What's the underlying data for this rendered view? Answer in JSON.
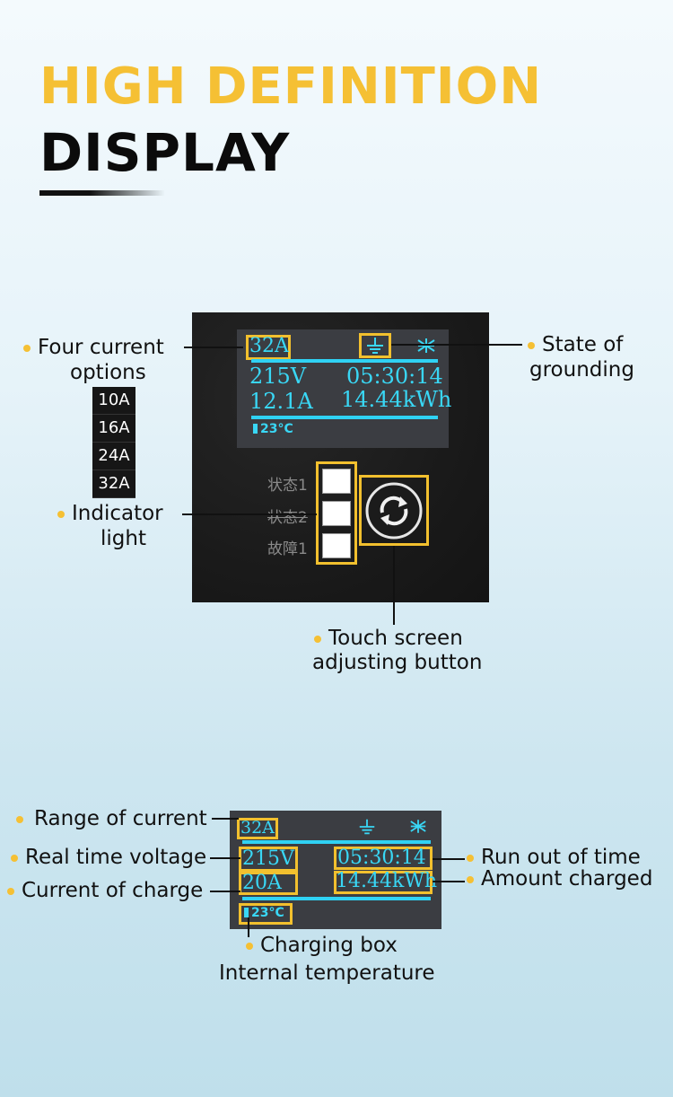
{
  "header": {
    "title_line1": "HIGH DEFINITION",
    "title_line2": "DISPLAY"
  },
  "panel": {
    "screen": {
      "current": "32A",
      "voltage": "215V",
      "time": "05:30:14",
      "amps": "12.1A",
      "energy": "14.44kWh",
      "temp": "23°C"
    },
    "indicators": [
      "状态1",
      "状态2",
      "故障1"
    ]
  },
  "annotations": {
    "four_current": "Four current",
    "options": "options",
    "current_options": [
      "10A",
      "16A",
      "24A",
      "32A"
    ],
    "indicator": "Indicator",
    "light": "light",
    "state_of": "State of",
    "grounding": "grounding",
    "touch_screen": "Touch screen",
    "adjusting_button": "adjusting button"
  },
  "detail": {
    "screen": {
      "current": "32A",
      "voltage": "215V",
      "time": "05:30:14",
      "amps": "20A",
      "energy": "14.44kWh",
      "temp": "23°C"
    },
    "labels": {
      "range_of_current": "Range of current",
      "real_time_voltage": "Real time voltage",
      "current_of_charge": "Current of charge",
      "run_out_of_time": "Run out of time",
      "amount_charged": "Amount charged",
      "charging_box": "Charging box",
      "internal_temperature": "Internal temperature"
    }
  },
  "colors": {
    "accent": "#f5c034",
    "screen_text": "#39d7f5",
    "box_outline": "#f2c02e"
  }
}
